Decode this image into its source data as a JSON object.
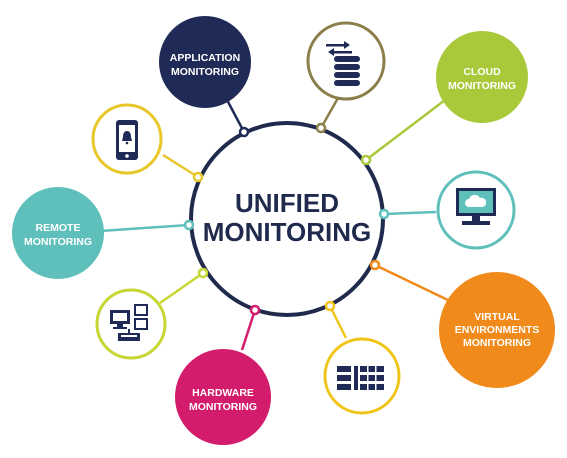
{
  "center": {
    "line1": "UNIFIED",
    "line2": "MONITORING"
  },
  "nodes": {
    "application": {
      "line1": "APPLICATION",
      "line2": "MONITORING",
      "color": "#1f2a57"
    },
    "cloud": {
      "line1": "CLOUD",
      "line2": "MONITORING",
      "color": "#a9c93a"
    },
    "remote": {
      "line1": "REMOTE",
      "line2": "MONITORING",
      "color": "#5fc0bb"
    },
    "virtual": {
      "line1": "VIRTUAL",
      "line2": "ENVIRONMENTS",
      "line3": "MONITORING",
      "color": "#ef8a1b"
    },
    "hardware": {
      "line1": "HARDWARE",
      "line2": "MONITORING",
      "color": "#d41c6c"
    }
  },
  "icons": {
    "database": {
      "name": "database-transfer-icon",
      "ring": "#8a7f4a"
    },
    "mobile": {
      "name": "mobile-phone-icon",
      "ring": "#e8c72a"
    },
    "cloud_monitor": {
      "name": "cloud-monitor-icon",
      "ring": "#5fc0bb"
    },
    "workstations": {
      "name": "networked-computers-icon",
      "ring": "#c6d632"
    },
    "servers": {
      "name": "server-rack-icon",
      "ring": "#f0c419"
    }
  },
  "colors": {
    "navy": "#1f2a4d"
  }
}
